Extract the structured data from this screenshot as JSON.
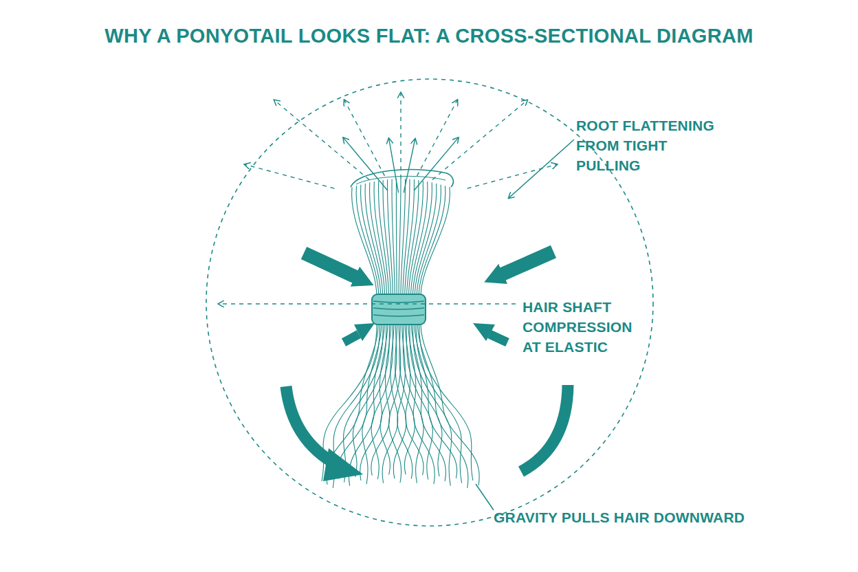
{
  "diagram": {
    "title": "WHY A PONYOTAIL LOOKS FLAT: A CROSS-SECTIONAL DIAGRAM",
    "labels": [
      "ROOT FLATTENING FROM TIGHT PULLING",
      "HAIR SHAFT COMPRESSION AT ELASTIC",
      "GRAVITY PULLS HAIR DOWNWARD"
    ]
  }
}
